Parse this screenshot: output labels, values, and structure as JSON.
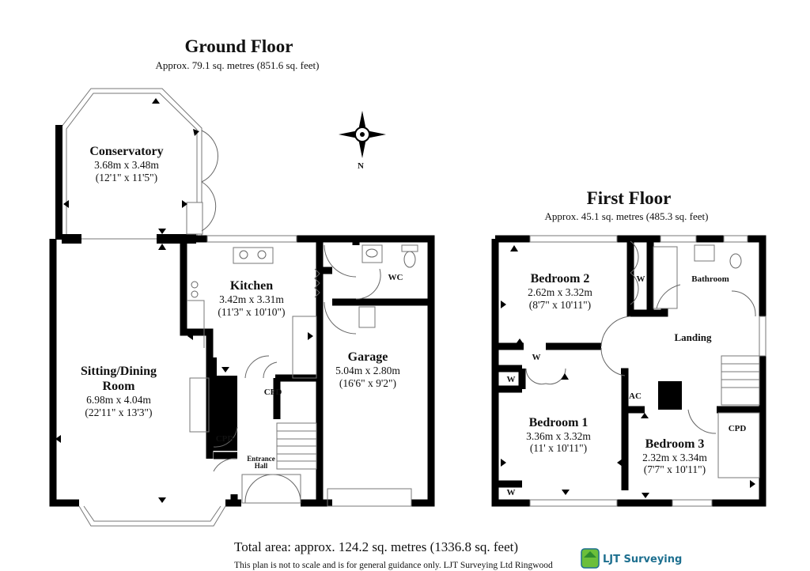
{
  "ground_floor": {
    "title": "Ground Floor",
    "area": "Approx. 79.1 sq. metres (851.6 sq. feet)",
    "rooms": {
      "conservatory": {
        "name": "Conservatory",
        "metric": "3.68m x 3.48m",
        "imperial": "(12'1\" x 11'5\")"
      },
      "sitting_1": "Sitting/Dining",
      "sitting_2": "Room",
      "sitting_metric": "6.98m x 4.04m",
      "sitting_imperial": "(22'11\" x 13'3\")",
      "kitchen": {
        "name": "Kitchen",
        "metric": "3.42m x 3.31m",
        "imperial": "(11'3\" x 10'10\")"
      },
      "garage": {
        "name": "Garage",
        "metric": "5.04m x 2.80m",
        "imperial": "(16'6\" x 9'2\")"
      },
      "wc": "WC",
      "cpd_hall": "CPD",
      "cpd_sitting": "CPD",
      "entrance_1": "Entrance",
      "entrance_2": "Hall"
    }
  },
  "first_floor": {
    "title": "First Floor",
    "area": "Approx. 45.1 sq. metres (485.3 sq. feet)",
    "rooms": {
      "bedroom2": {
        "name": "Bedroom 2",
        "metric": "2.62m x 3.32m",
        "imperial": "(8'7\" x 10'11\")"
      },
      "bedroom1": {
        "name": "Bedroom 1",
        "metric": "3.36m x 3.32m",
        "imperial": "(11' x 10'11\")"
      },
      "bedroom3": {
        "name": "Bedroom 3",
        "metric": "2.32m x 3.34m",
        "imperial": "(7'7\" x 10'11\")"
      },
      "bathroom": "Bathroom",
      "landing": "Landing",
      "ac": "AC",
      "cpd": "CPD",
      "w_bed2": "W",
      "w_top": "W",
      "w_left": "W",
      "w_bottom": "W"
    }
  },
  "compass": {
    "label": "N",
    "icon": "compass-rose-icon"
  },
  "footer": {
    "total": "Total area: approx. 124.2 sq. metres (1336.8 sq. feet)",
    "disclaimer": "This plan is not to scale and is for general guidance only. LJT Surveying Ltd Ringwood",
    "logo_text": "LJT Surveying",
    "logo_color": "#1d6f8f"
  }
}
